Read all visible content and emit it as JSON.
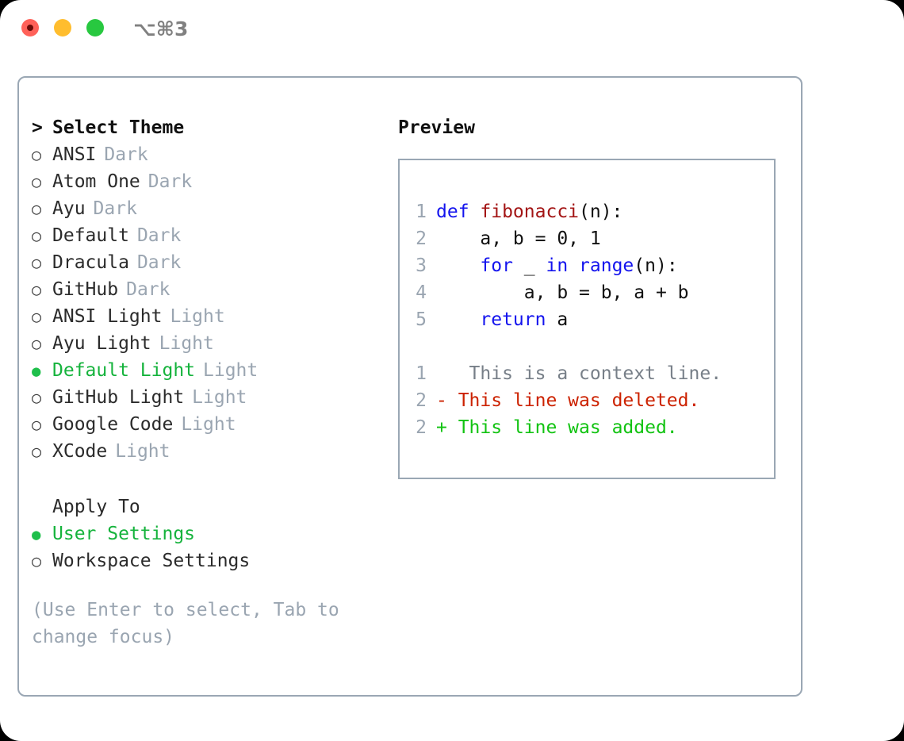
{
  "titlebar": {
    "shortcut": "⌥⌘3",
    "buttons": [
      {
        "name": "close",
        "color": "#ff6159"
      },
      {
        "name": "minimize",
        "color": "#ffbd2e"
      },
      {
        "name": "maximize",
        "color": "#28c840"
      }
    ]
  },
  "theme_list": {
    "header_marker": ">",
    "header": "Select Theme",
    "items": [
      {
        "marker": "○",
        "label": "ANSI",
        "suffix": "Dark",
        "selected": false
      },
      {
        "marker": "○",
        "label": "Atom One",
        "suffix": "Dark",
        "selected": false
      },
      {
        "marker": "○",
        "label": "Ayu",
        "suffix": "Dark",
        "selected": false
      },
      {
        "marker": "○",
        "label": "Default",
        "suffix": "Dark",
        "selected": false
      },
      {
        "marker": "○",
        "label": "Dracula",
        "suffix": "Dark",
        "selected": false
      },
      {
        "marker": "○",
        "label": "GitHub",
        "suffix": "Dark",
        "selected": false
      },
      {
        "marker": "○",
        "label": "ANSI Light",
        "suffix": "Light",
        "selected": false
      },
      {
        "marker": "○",
        "label": "Ayu Light",
        "suffix": "Light",
        "selected": false
      },
      {
        "marker": "●",
        "label": "Default Light",
        "suffix": "Light",
        "selected": true
      },
      {
        "marker": "○",
        "label": "GitHub Light",
        "suffix": "Light",
        "selected": false
      },
      {
        "marker": "○",
        "label": "Google Code",
        "suffix": "Light",
        "selected": false
      },
      {
        "marker": "○",
        "label": "XCode",
        "suffix": "Light",
        "selected": false
      }
    ]
  },
  "apply_to": {
    "header": "Apply To",
    "items": [
      {
        "marker": "●",
        "label": "User Settings",
        "selected": true
      },
      {
        "marker": "○",
        "label": "Workspace Settings",
        "selected": false
      }
    ]
  },
  "hint": "(Use Enter to select, Tab to change focus)",
  "preview": {
    "title": "Preview",
    "code_lines": [
      {
        "lineno": "1",
        "tokens": [
          {
            "text": "def ",
            "type": "kw"
          },
          {
            "text": "fibonacci",
            "type": "fn"
          },
          {
            "text": "(n):",
            "type": "plain"
          }
        ]
      },
      {
        "lineno": "2",
        "tokens": [
          {
            "text": "    a, b = 0, 1",
            "type": "plain"
          }
        ]
      },
      {
        "lineno": "3",
        "tokens": [
          {
            "text": "    ",
            "type": "plain"
          },
          {
            "text": "for",
            "type": "kw"
          },
          {
            "text": " _ ",
            "type": "plain"
          },
          {
            "text": "in",
            "type": "kw"
          },
          {
            "text": " ",
            "type": "plain"
          },
          {
            "text": "range",
            "type": "kw"
          },
          {
            "text": "(n):",
            "type": "plain"
          }
        ]
      },
      {
        "lineno": "4",
        "tokens": [
          {
            "text": "        a, b = b, a + b",
            "type": "plain"
          }
        ]
      },
      {
        "lineno": "5",
        "tokens": [
          {
            "text": "    ",
            "type": "plain"
          },
          {
            "text": "return",
            "type": "kw"
          },
          {
            "text": " a",
            "type": "plain"
          }
        ]
      }
    ],
    "diff_lines": [
      {
        "lineno": "1",
        "sign": " ",
        "text": "  This is a context line.",
        "kind": "context"
      },
      {
        "lineno": "2",
        "sign": "-",
        "text": " This line was deleted.",
        "kind": "deleted"
      },
      {
        "lineno": "2",
        "sign": "+",
        "text": " This line was added.",
        "kind": "added"
      }
    ]
  },
  "colors": {
    "accent_green": "#15b33c",
    "muted_gray": "#9aa5b1",
    "border": "#9aa7b4",
    "keyword_blue": "#1414ee",
    "function_red": "#a31515",
    "diff_deleted": "#cc2200",
    "diff_added": "#12c312"
  }
}
